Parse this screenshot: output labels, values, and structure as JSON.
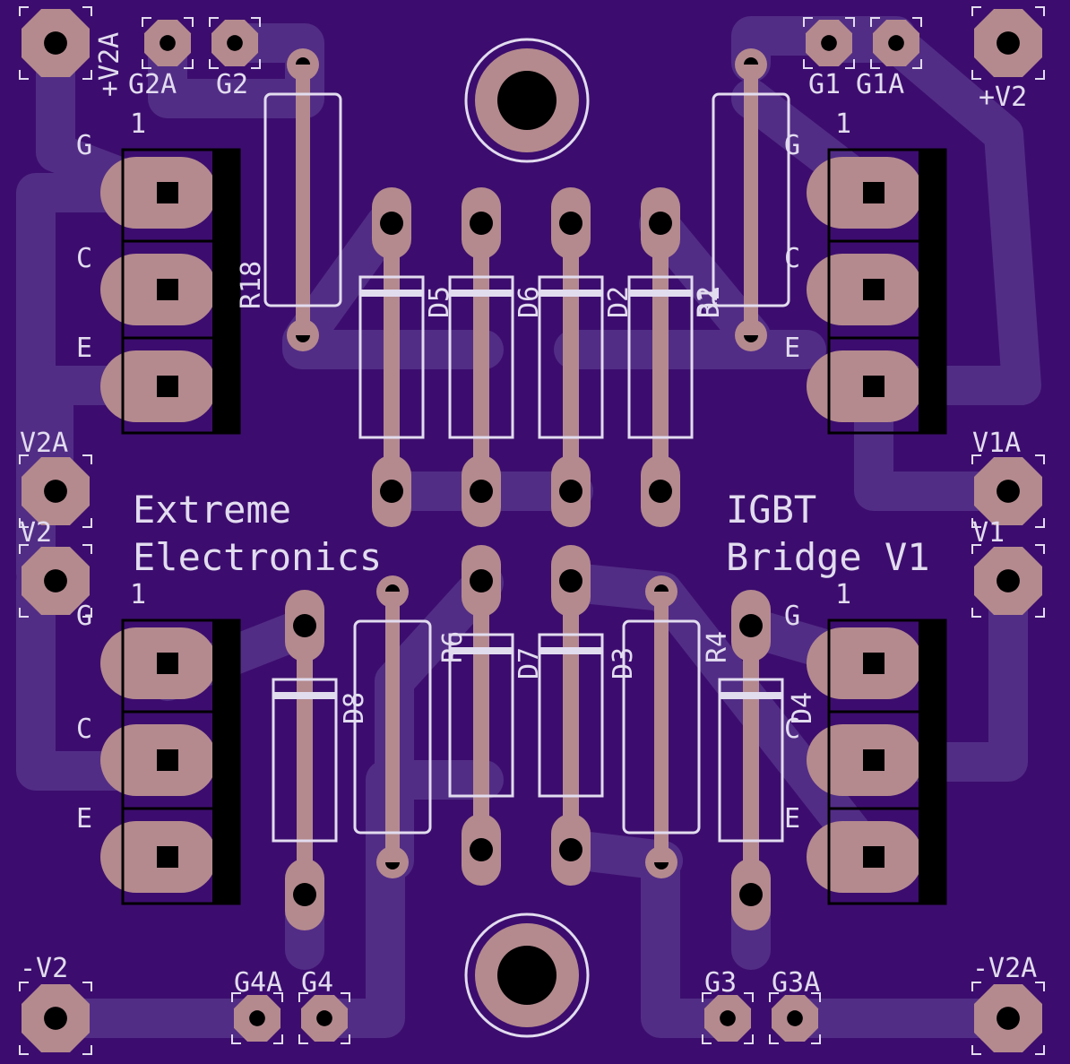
{
  "board": {
    "title_left": [
      "Extreme",
      "Electronics"
    ],
    "title_right": [
      "IGBT",
      "Bridge V1"
    ],
    "colors": {
      "substrate": "#3c0d6e",
      "trace": "#522d86",
      "pad": "#b48a8e",
      "hole": "#000000",
      "silkscreen": "#e2dcef"
    }
  },
  "pad_labels": {
    "top_left": [
      "+V2A",
      "G2A",
      "G2"
    ],
    "top_right": [
      "G1",
      "G1A",
      "+V2"
    ],
    "side_left": [
      "V2A",
      "V2"
    ],
    "side_right": [
      "V1A",
      "V1"
    ],
    "bottom_left": [
      "-V2",
      "G4A",
      "G4"
    ],
    "bottom_right": [
      "G3",
      "G3A",
      "-V2A"
    ]
  },
  "igbt_pin_labels": {
    "pin1": "1",
    "gate": "G",
    "collector": "C",
    "emitter": "E"
  },
  "components": {
    "resistors": [
      "R18",
      "R2",
      "R6",
      "R4"
    ],
    "diodes_top": [
      "D5",
      "D6",
      "D2",
      "D1"
    ],
    "diodes_bottom": [
      "D8",
      "D7",
      "D3",
      "D4"
    ]
  }
}
